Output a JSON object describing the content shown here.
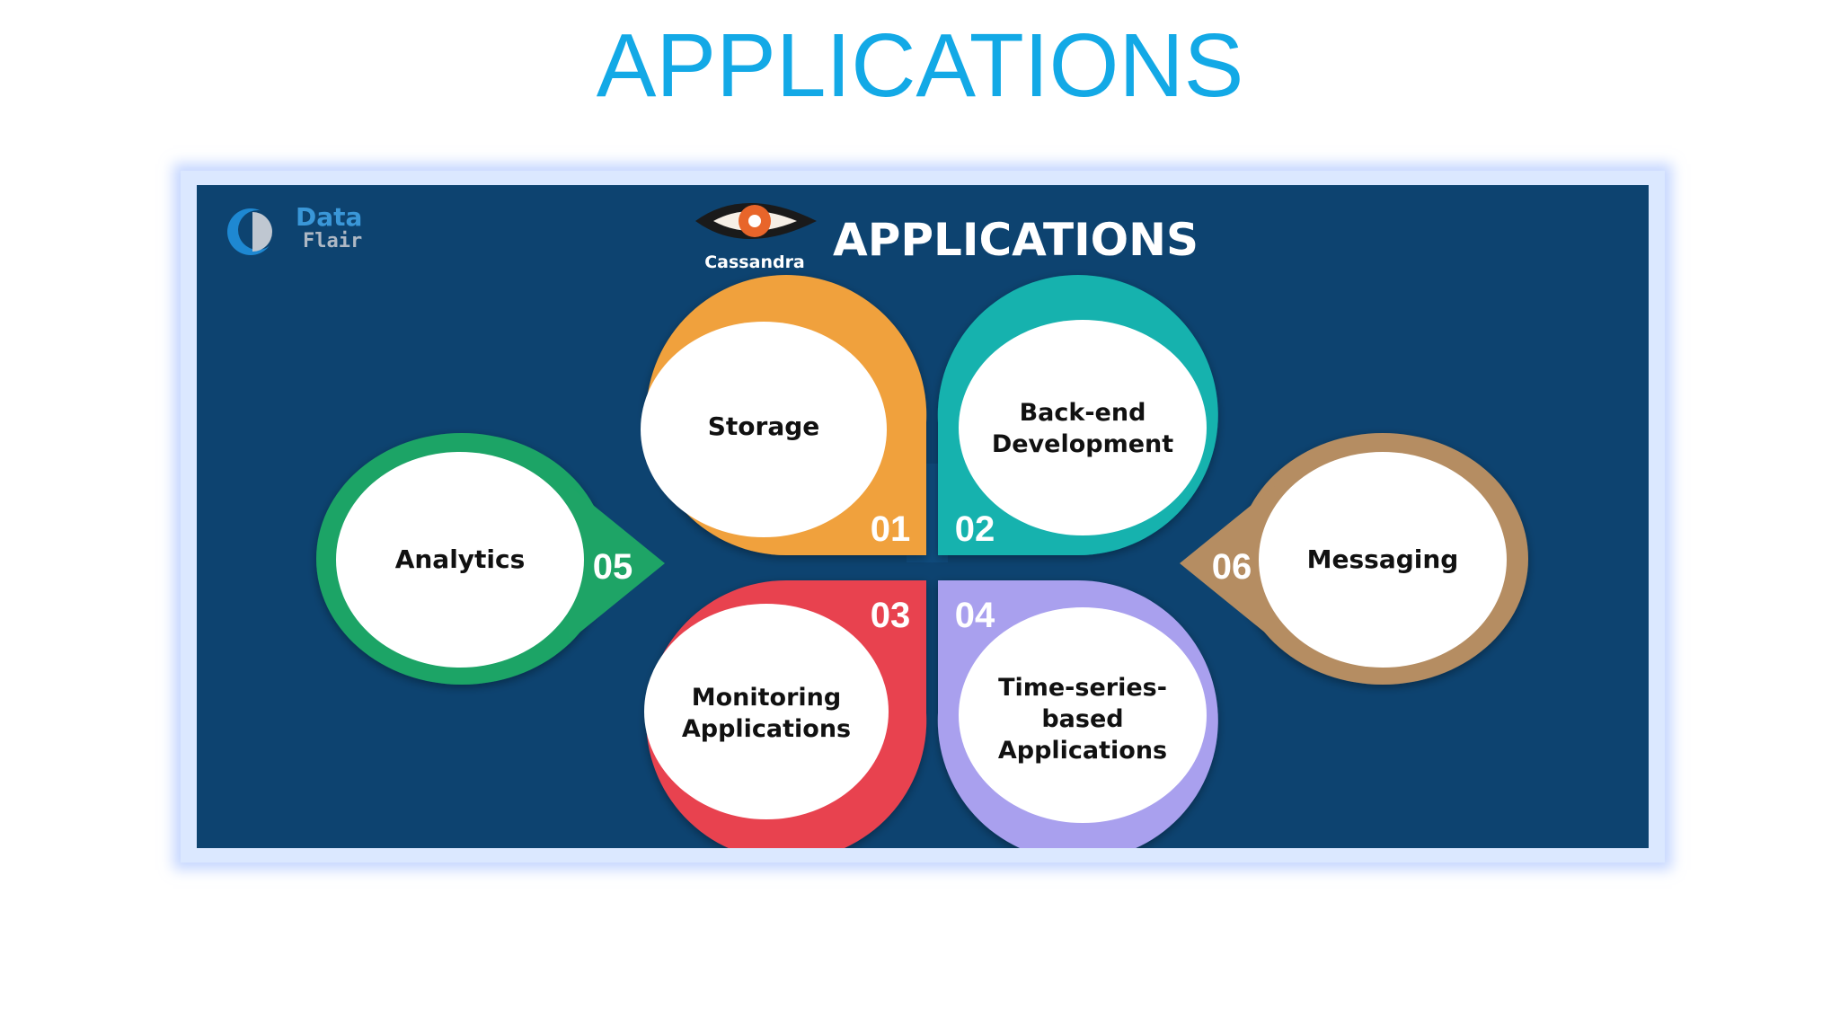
{
  "slide": {
    "title": "APPLICATIONS"
  },
  "infographic": {
    "brand": {
      "line1": "Data",
      "line2": "Flair"
    },
    "product_label": "Cassandra",
    "heading": "APPLICATIONS",
    "colors": {
      "background": "#0d4370",
      "title": "#13a9e6",
      "orange": "#f0a13c",
      "teal": "#13b2ae",
      "red": "#e8434f",
      "lavender": "#a9a0ee",
      "green": "#1ea466",
      "tan": "#b58d62"
    },
    "items": [
      {
        "number": "01",
        "lines": [
          "Storage"
        ]
      },
      {
        "number": "02",
        "lines": [
          "Back-end",
          "Development"
        ]
      },
      {
        "number": "03",
        "lines": [
          "Monitoring",
          "Applications"
        ]
      },
      {
        "number": "04",
        "lines": [
          "Time-series-",
          "based",
          "Applications"
        ]
      },
      {
        "number": "05",
        "lines": [
          "Analytics"
        ]
      },
      {
        "number": "06",
        "lines": [
          "Messaging"
        ]
      }
    ]
  }
}
